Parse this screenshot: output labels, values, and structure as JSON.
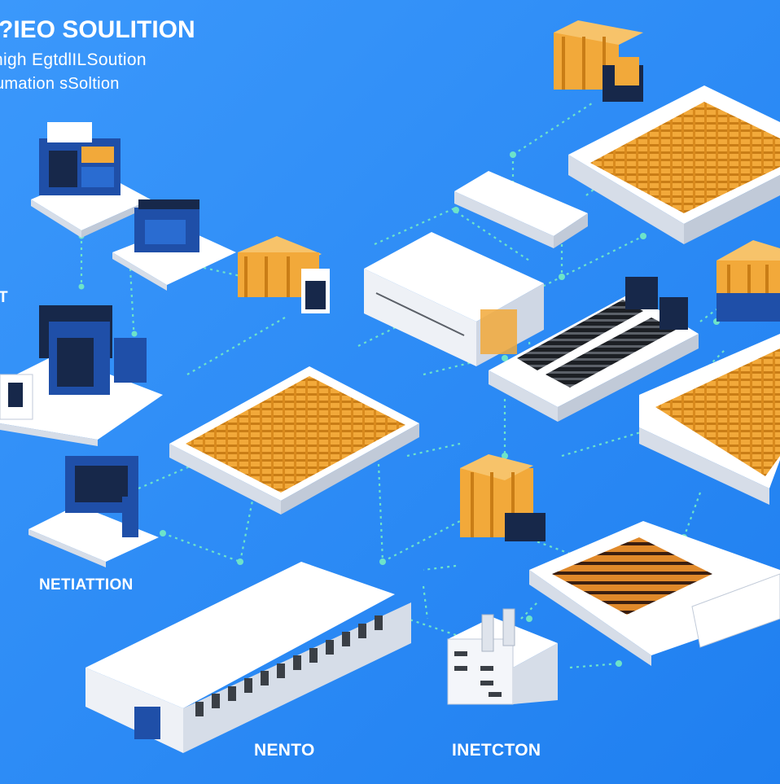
{
  "header": {
    "title": "?IEO SOULITION",
    "subtitle_line1": "high EgtdlILSoution",
    "subtitle_line2": "umation sSoltion"
  },
  "labels": {
    "left_t": "T",
    "bottom_left": "NETIATTION",
    "bottom_mid": "NENTO",
    "bottom_right": "INETCTON"
  },
  "colors": {
    "background": "#1f7ff0",
    "background_light": "#3b98fb",
    "platform": "#ffffff",
    "platform_shade": "#d6dde8",
    "cargo": "#f2a93a",
    "cargo_dark": "#c97d16",
    "machine": "#1f4fa8",
    "machine_dark": "#17284a",
    "connector": "#6de3c9",
    "text": "#ffffff"
  }
}
